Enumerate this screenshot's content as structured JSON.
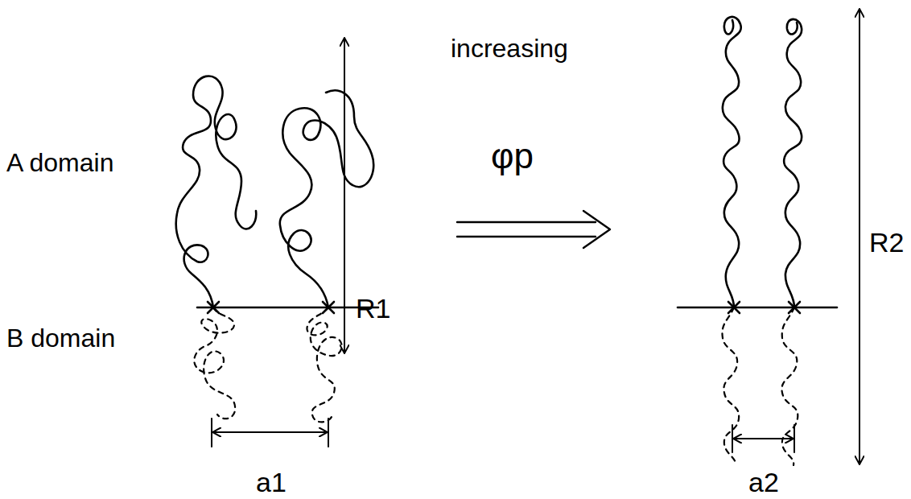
{
  "diagram": {
    "labels": [
      "A domain",
      "B domain",
      "increasing",
      "φp",
      "R1",
      "R2",
      "a1",
      "a2"
    ]
  }
}
